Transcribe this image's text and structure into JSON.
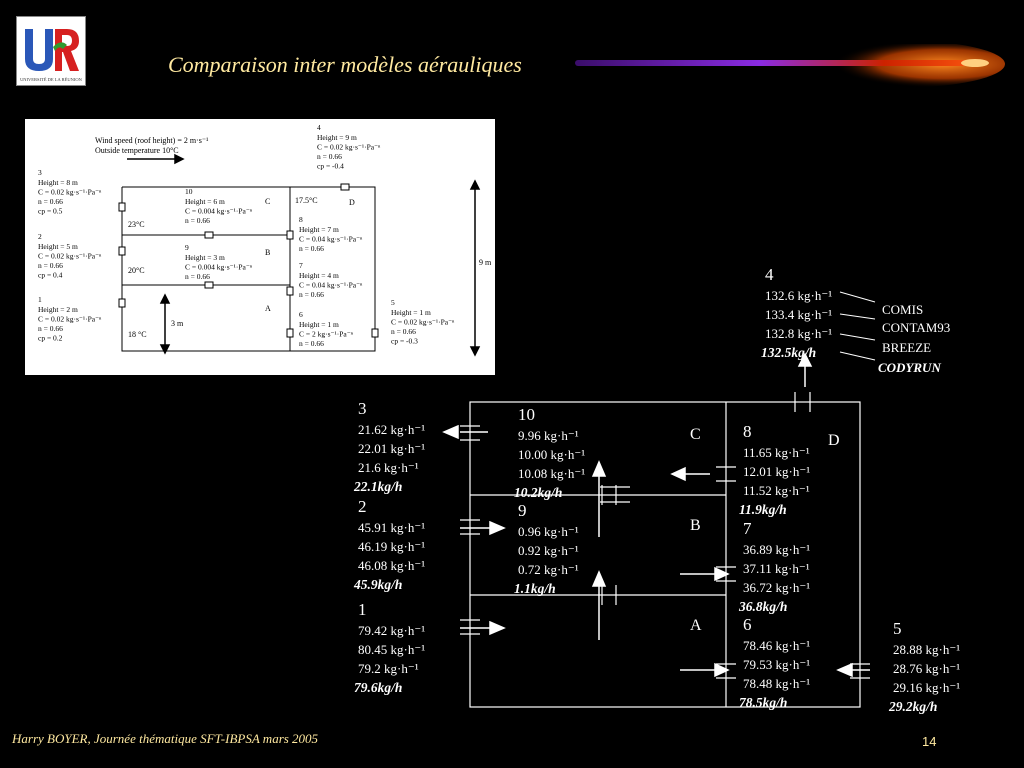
{
  "slide": {
    "title": "Comparaison inter modèles aérauliques",
    "footer": "Harry BOYER, Journée thématique SFT-IBPSA mars 2005",
    "page_number": "14",
    "logo_text": "UNIVERSITÉ DE LA RÉUNION"
  },
  "colors": {
    "title": "#ffe9a0",
    "bar_orange": "#e06010",
    "bar_red": "#cc2200",
    "bar_purple": "#8a2be2"
  },
  "left_figure": {
    "header_line1": "Wind speed (roof height) = 2 m·s⁻¹",
    "header_line2": "Outside temperature 10°C",
    "height_9m": "9 m",
    "height_3m": "3 m",
    "rooms": {
      "A": "A",
      "B": "B",
      "C": "C",
      "D": "D"
    },
    "temps": {
      "t1": "23°C",
      "t2": "20°C",
      "t3": "18 °C",
      "t4": "17.5°C"
    },
    "openings": [
      {
        "id": "1",
        "lines": [
          "Height = 2 m",
          "C = 0.02 kg·s⁻¹·Pa⁻ⁿ",
          "n = 0.66",
          "cp = 0.2"
        ]
      },
      {
        "id": "2",
        "lines": [
          "Height = 5 m",
          "C = 0.02 kg·s⁻¹·Pa⁻ⁿ",
          "n = 0.66",
          "cp = 0.4"
        ]
      },
      {
        "id": "3",
        "lines": [
          "Height = 8 m",
          "C = 0.02 kg·s⁻¹·Pa⁻ⁿ",
          "n = 0.66",
          "cp = 0.5"
        ]
      },
      {
        "id": "4",
        "lines": [
          "Height = 9 m",
          "C = 0.02 kg·s⁻¹·Pa⁻ⁿ",
          "n = 0.66",
          "cp = -0.4"
        ]
      },
      {
        "id": "5",
        "lines": [
          "Height = 1 m",
          "C = 0.02 kg·s⁻¹·Pa⁻ⁿ",
          "n = 0.66",
          "cp = -0.3"
        ]
      },
      {
        "id": "6",
        "lines": [
          "Height = 1 m",
          "C = 2 kg·s⁻¹·Pa⁻ⁿ",
          "n = 0.66"
        ]
      },
      {
        "id": "7",
        "lines": [
          "Height = 4 m",
          "C = 0.04 kg·s⁻¹·Pa⁻ⁿ",
          "n = 0.66"
        ]
      },
      {
        "id": "8",
        "lines": [
          "Height = 7 m",
          "C = 0.04 kg·s⁻¹·Pa⁻ⁿ",
          "n = 0.66"
        ]
      },
      {
        "id": "9",
        "lines": [
          "Height = 3 m",
          "C = 0.004 kg·s⁻¹·Pa⁻ⁿ",
          "n = 0.66"
        ]
      },
      {
        "id": "10",
        "lines": [
          "Height = 6 m",
          "C = 0.004 kg·s⁻¹·Pa⁻ⁿ",
          "n = 0.66"
        ]
      }
    ]
  },
  "right_figure": {
    "legend": [
      "COMIS",
      "CONTAM93",
      "BREEZE",
      "CODYRUN"
    ],
    "rooms": {
      "A": "A",
      "B": "B",
      "C": "C",
      "D": "D"
    },
    "openings": [
      {
        "id": "4",
        "values": [
          "132.6 kg·h⁻¹",
          "133.4 kg·h⁻¹",
          "132.8 kg·h⁻¹"
        ],
        "codyrun": "132.5kg/h"
      },
      {
        "id": "3",
        "values": [
          "21.62 kg·h⁻¹",
          "22.01 kg·h⁻¹",
          "21.6 kg·h⁻¹"
        ],
        "codyrun": "22.1kg/h"
      },
      {
        "id": "2",
        "values": [
          "45.91 kg·h⁻¹",
          "46.19 kg·h⁻¹",
          "46.08 kg·h⁻¹"
        ],
        "codyrun": "45.9kg/h"
      },
      {
        "id": "1",
        "values": [
          "79.42 kg·h⁻¹",
          "80.45 kg·h⁻¹",
          "79.2 kg·h⁻¹"
        ],
        "codyrun": "79.6kg/h"
      },
      {
        "id": "10",
        "values": [
          "9.96 kg·h⁻¹",
          "10.00 kg·h⁻¹",
          "10.08 kg·h⁻¹"
        ],
        "codyrun": "10.2kg/h"
      },
      {
        "id": "9",
        "values": [
          "0.96 kg·h⁻¹",
          "0.92 kg·h⁻¹",
          "0.72 kg·h⁻¹"
        ],
        "codyrun": "1.1kg/h"
      },
      {
        "id": "8",
        "values": [
          "11.65 kg·h⁻¹",
          "12.01 kg·h⁻¹",
          "11.52 kg·h⁻¹"
        ],
        "codyrun": "11.9kg/h"
      },
      {
        "id": "7",
        "values": [
          "36.89 kg·h⁻¹",
          "37.11 kg·h⁻¹",
          "36.72 kg·h⁻¹"
        ],
        "codyrun": "36.8kg/h"
      },
      {
        "id": "6",
        "values": [
          "78.46 kg·h⁻¹",
          "79.53 kg·h⁻¹",
          "78.48 kg·h⁻¹"
        ],
        "codyrun": "78.5kg/h"
      },
      {
        "id": "5",
        "values": [
          "28.88 kg·h⁻¹",
          "28.76 kg·h⁻¹",
          "29.16 kg·h⁻¹"
        ],
        "codyrun": "29.2kg/h"
      }
    ]
  }
}
